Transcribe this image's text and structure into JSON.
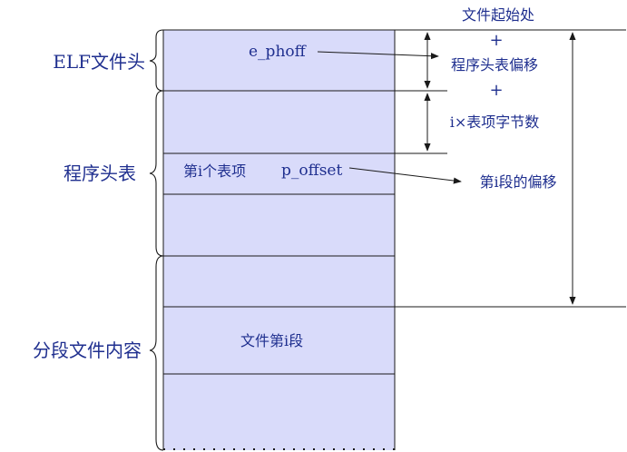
{
  "left_labels": {
    "elf_header": "ELF文件头",
    "program_header_table": "程序头表",
    "segment_contents": "分段文件内容"
  },
  "block_labels": {
    "e_phoff": "e_phoff",
    "ith_entry": "第i个表项",
    "p_offset": "p_offset",
    "ith_segment": "文件第i段"
  },
  "right_labels": {
    "file_start": "文件起始处",
    "plus_1": "+",
    "ph_table_offset": "程序头表偏移",
    "plus_2": "+",
    "i_times_entry_size": "i×表项字节数",
    "segment_offset": "第i段的偏移"
  },
  "colors": {
    "block_fill": "#d9dbfa",
    "text": "#1f2f8f",
    "line": "#1a1a1a"
  }
}
